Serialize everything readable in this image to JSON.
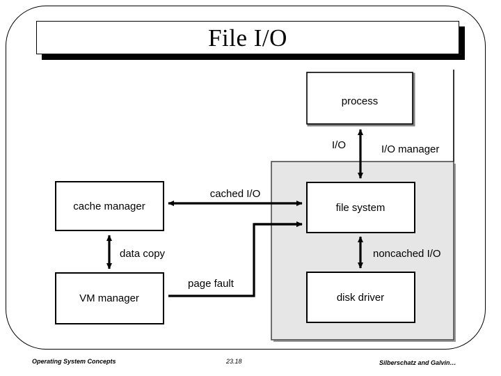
{
  "slide": {
    "title": "File I/O",
    "page_number": "23.18",
    "footer_left": "Operating System Concepts",
    "footer_right": "Silberschatz and Galvin…"
  },
  "colors": {
    "background": "#ffffff",
    "stroke": "#000000",
    "region_fill": "#e6e6e6",
    "region_stroke": "#4d4d4d",
    "text": "#000000"
  },
  "diagram": {
    "type": "block-diagram",
    "region": {
      "name": "io-manager-region",
      "label": "I/O manager"
    },
    "nodes": [
      {
        "id": "process",
        "label": "process"
      },
      {
        "id": "cache-manager",
        "label": "cache manager"
      },
      {
        "id": "vm-manager",
        "label": "VM manager"
      },
      {
        "id": "file-system",
        "label": "file system"
      },
      {
        "id": "disk-driver",
        "label": "disk driver"
      }
    ],
    "edges": [
      {
        "id": "io",
        "label": "I/O",
        "from": "process",
        "to": "file-system",
        "direction": "both"
      },
      {
        "id": "cached-io",
        "label": "cached I/O",
        "from": "cache-manager",
        "to": "file-system",
        "direction": "both"
      },
      {
        "id": "data-copy",
        "label": "data copy",
        "from": "cache-manager",
        "to": "vm-manager",
        "direction": "both"
      },
      {
        "id": "page-fault",
        "label": "page fault",
        "from": "file-system",
        "to": "vm-manager",
        "direction": "one"
      },
      {
        "id": "noncached-io",
        "label": "noncached I/O",
        "from": "file-system",
        "to": "disk-driver",
        "direction": "both"
      }
    ]
  }
}
